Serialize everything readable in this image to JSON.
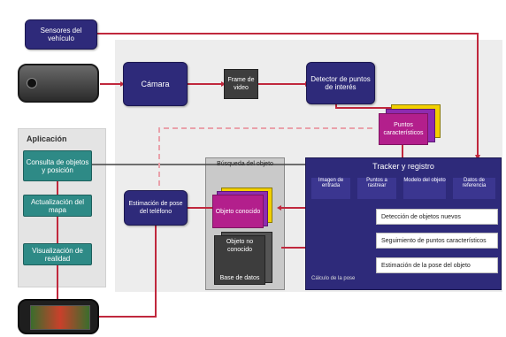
{
  "nodes": {
    "source": "Sensores del vehículo",
    "camera": "Cámara",
    "frame": "Frame de video",
    "detector": "Detector de puntos de interés",
    "features": "Puntos característicos",
    "app_title": "Aplicación",
    "app_1": "Consulta de objetos y posición",
    "app_2": "Actualización del mapa",
    "app_3": "Visualización de realidad",
    "pose_estimation": "Estimación de pose del teléfono",
    "search_title": "Búsqueda del objeto",
    "known_object": "Objeto conocido",
    "unknown_object": "Objeto no conocido",
    "tracking_db": "Base de datos",
    "tracker_title": "Tracker y registro",
    "tracker_cols": [
      "Imagen de entrada",
      "Puntos a rastrear",
      "Modelo del objeto",
      "Datos de referencia"
    ],
    "tracker_row_1": "Detección de objetos nuevos",
    "tracker_row_2": "Seguimiento de puntos característicos",
    "tracker_row_3": "Estimación de la pose del objeto",
    "tracker_footer": "Cálculo de la pose"
  },
  "colors": {
    "wire": "#c0283d",
    "dash": "#e9a1aa",
    "blue": "#2e2a7a",
    "teal": "#2e8a86"
  }
}
